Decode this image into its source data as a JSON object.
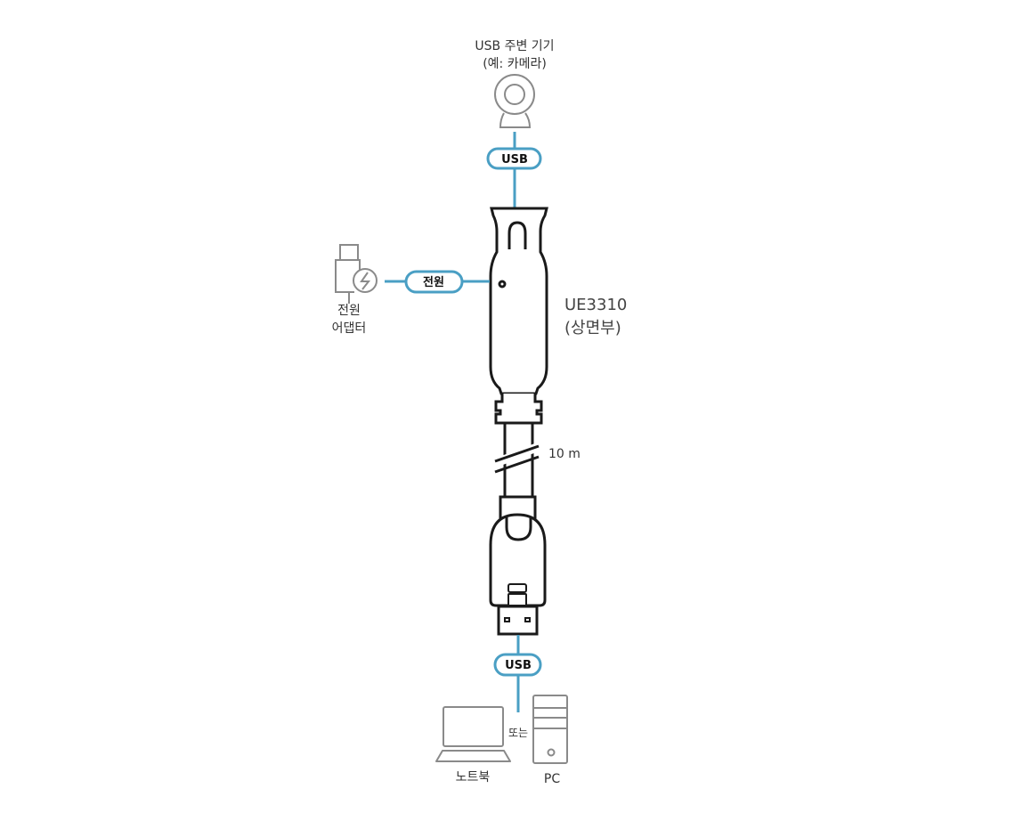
{
  "peripheral": {
    "line1": "USB 주변 기기",
    "line2": "(예: 카메라)"
  },
  "connections": {
    "top_usb": "USB",
    "power": "전원",
    "bottom_usb": "USB"
  },
  "adapter": {
    "line1": "전원",
    "line2": "어댑터"
  },
  "device": {
    "model": "UE3310",
    "part": "(상면부)"
  },
  "cable_length": "10 m",
  "hosts": {
    "laptop": "노트북",
    "or": "또는",
    "pc": "PC"
  },
  "colors": {
    "link": "#4a9fc4",
    "outline": "#1a1a1a",
    "device_icon": "#8a8a8a"
  }
}
